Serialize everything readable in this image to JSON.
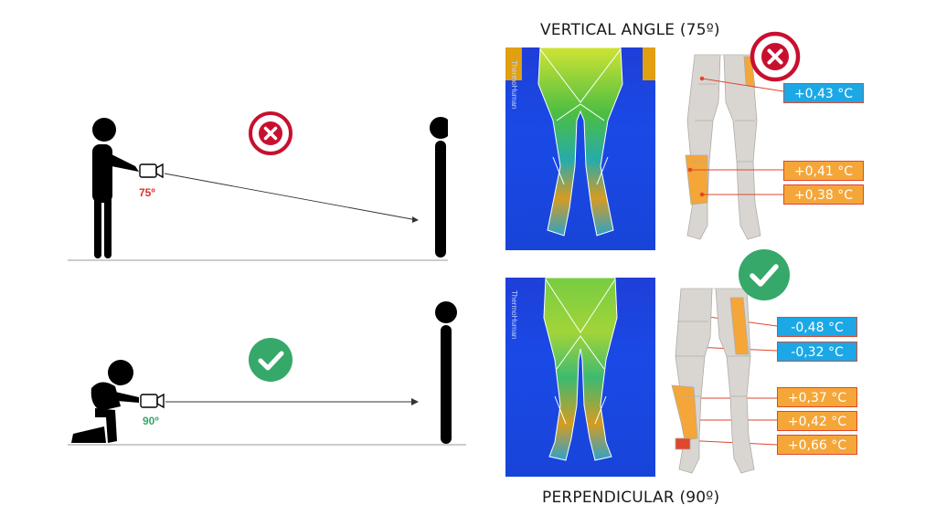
{
  "headings": {
    "top": "VERTICAL ANGLE (75º)",
    "bottom": "PERPENDICULAR (90º)"
  },
  "scenes": {
    "top": {
      "angle_label": "75º",
      "status_icon": "cross-icon",
      "status_color": "#c8102e",
      "label_color": "#e0302a"
    },
    "bottom": {
      "angle_label": "90º",
      "status_icon": "check-icon",
      "status_color": "#36a86a",
      "label_color": "#36a86a"
    }
  },
  "thermal": {
    "brand": "ThermoHuman"
  },
  "diagram_top": {
    "status_icon": "cross-icon",
    "readings": [
      {
        "value": "+0,43 °C",
        "kind": "cold"
      },
      {
        "value": "+0,41 °C",
        "kind": "hot"
      },
      {
        "value": "+0,38 °C",
        "kind": "hot"
      }
    ]
  },
  "diagram_bottom": {
    "status_icon": "check-icon",
    "readings": [
      {
        "value": "-0,48 °C",
        "kind": "cold"
      },
      {
        "value": "-0,32 °C",
        "kind": "cold"
      },
      {
        "value": "+0,37 °C",
        "kind": "hot"
      },
      {
        "value": "+0,42 °C",
        "kind": "hot"
      },
      {
        "value": "+0,66 °C",
        "kind": "hot"
      }
    ]
  },
  "colors": {
    "hot": "#f5a638",
    "cold": "#1ca8e6",
    "leader": "#e0472c",
    "leg_gray": "#d9d6d2",
    "wrong": "#c8102e",
    "right": "#36a86a"
  }
}
